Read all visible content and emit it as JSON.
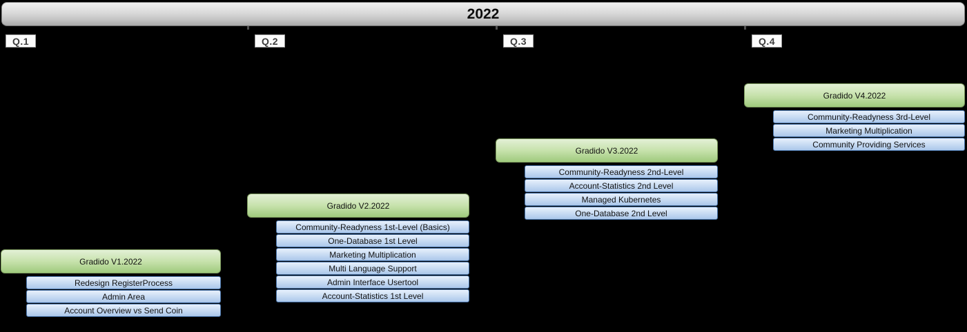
{
  "title": "2022",
  "quarters": [
    {
      "label": "Q.1",
      "release": "Gradido V1.2022",
      "items": [
        "Redesign RegisterProcess",
        "Admin Area",
        "Account Overview vs Send Coin"
      ]
    },
    {
      "label": "Q.2",
      "release": "Gradido V2.2022",
      "items": [
        "Community-Readyness 1st-Level (Basics)",
        "One-Database 1st Level",
        "Marketing Multiplication",
        "Multi Language Support",
        "Admin Interface Usertool",
        "Account-Statistics 1st Level"
      ]
    },
    {
      "label": "Q.3",
      "release": "Gradido V3.2022",
      "items": [
        "Community-Readyness 2nd-Level",
        "Account-Statistics 2nd Level",
        "Managed Kubernetes",
        "One-Database 2nd Level"
      ]
    },
    {
      "label": "Q.4",
      "release": "Gradido V4.2022",
      "items": [
        "Community-Readyness 3rd-Level",
        "Marketing Multiplication",
        "Community Providing Services"
      ]
    }
  ],
  "colors": {
    "background": "#000000",
    "year_bar_top": "#efefef",
    "year_bar_bottom": "#a9a9a9",
    "release_fill_top": "#e3f0d6",
    "release_fill_bottom": "#9fca7d",
    "release_border": "#7d9b5e",
    "item_fill_top": "#e7f0fb",
    "item_fill_bottom": "#abc7ea",
    "item_border": "#4a76ad",
    "label_background": "#fbfbfb",
    "text": "#111111"
  }
}
